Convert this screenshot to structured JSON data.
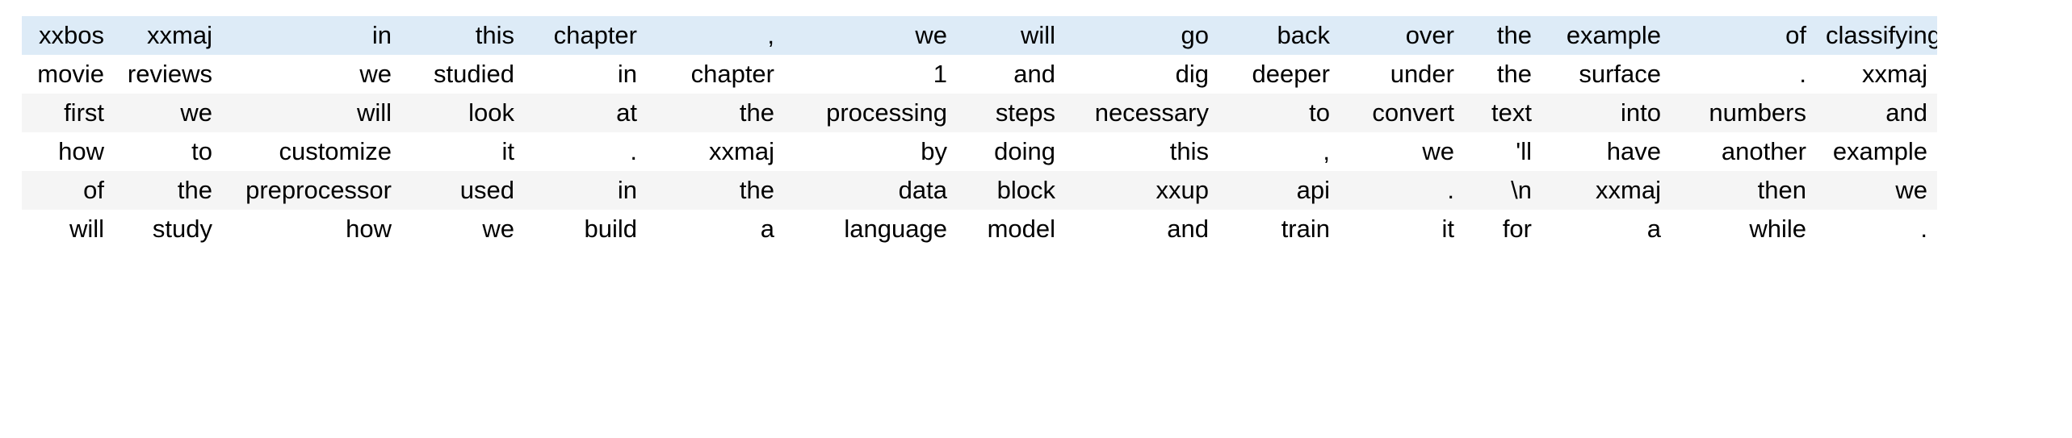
{
  "table": {
    "n_rows": 6,
    "n_cols": 16,
    "colors": {
      "highlight_row_bg": "#ddebf7",
      "plain_row_bg": "#ffffff",
      "alt_row_bg": "#f5f5f5",
      "text": "#000000"
    },
    "row_styles": [
      "row-highlight",
      "row-plain",
      "row-alt",
      "row-plain",
      "row-alt",
      "row-plain"
    ],
    "rows": [
      [
        "xxbos",
        "xxmaj",
        "in",
        "this",
        "chapter",
        ",",
        "we",
        "will",
        "go",
        "back",
        "over",
        "the",
        "example",
        "of",
        "classifying"
      ],
      [
        "movie",
        "reviews",
        "we",
        "studied",
        "in",
        "chapter",
        "1",
        "and",
        "dig",
        "deeper",
        "under",
        "the",
        "surface",
        ".",
        "xxmaj"
      ],
      [
        "first",
        "we",
        "will",
        "look",
        "at",
        "the",
        "processing",
        "steps",
        "necessary",
        "to",
        "convert",
        "text",
        "into",
        "numbers",
        "and"
      ],
      [
        "how",
        "to",
        "customize",
        "it",
        ".",
        "xxmaj",
        "by",
        "doing",
        "this",
        ",",
        "we",
        "'ll",
        "have",
        "another",
        "example"
      ],
      [
        "of",
        "the",
        "preprocessor",
        "used",
        "in",
        "the",
        "data",
        "block",
        "xxup",
        "api",
        ".",
        "\\n",
        "xxmaj",
        "then",
        "we"
      ],
      [
        "will",
        "study",
        "how",
        "we",
        "build",
        "a",
        "language",
        "model",
        "and",
        "train",
        "it",
        "for",
        "a",
        "while",
        "."
      ]
    ]
  }
}
